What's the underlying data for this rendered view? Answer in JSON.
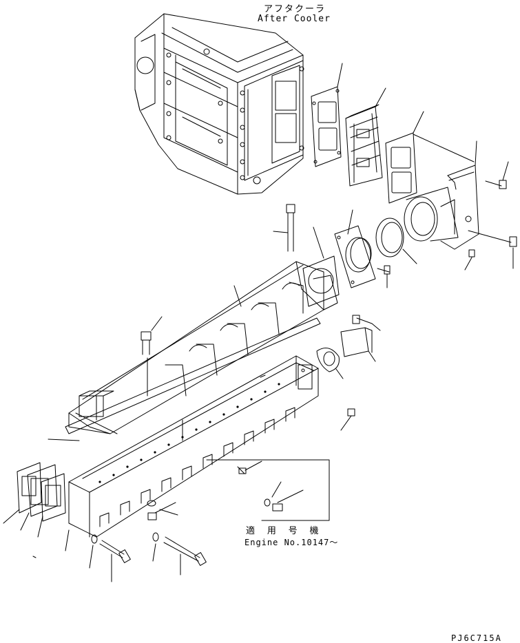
{
  "titles": {
    "aftercooler_jp": "アフタクーラ",
    "aftercooler_en": "After Cooler",
    "applicable_jp": "適 用 号 機",
    "engine_no": "Engine No.10147～",
    "drawing_code": "PJ6C715A"
  },
  "colors": {
    "line": "#000000",
    "background": "#ffffff"
  }
}
